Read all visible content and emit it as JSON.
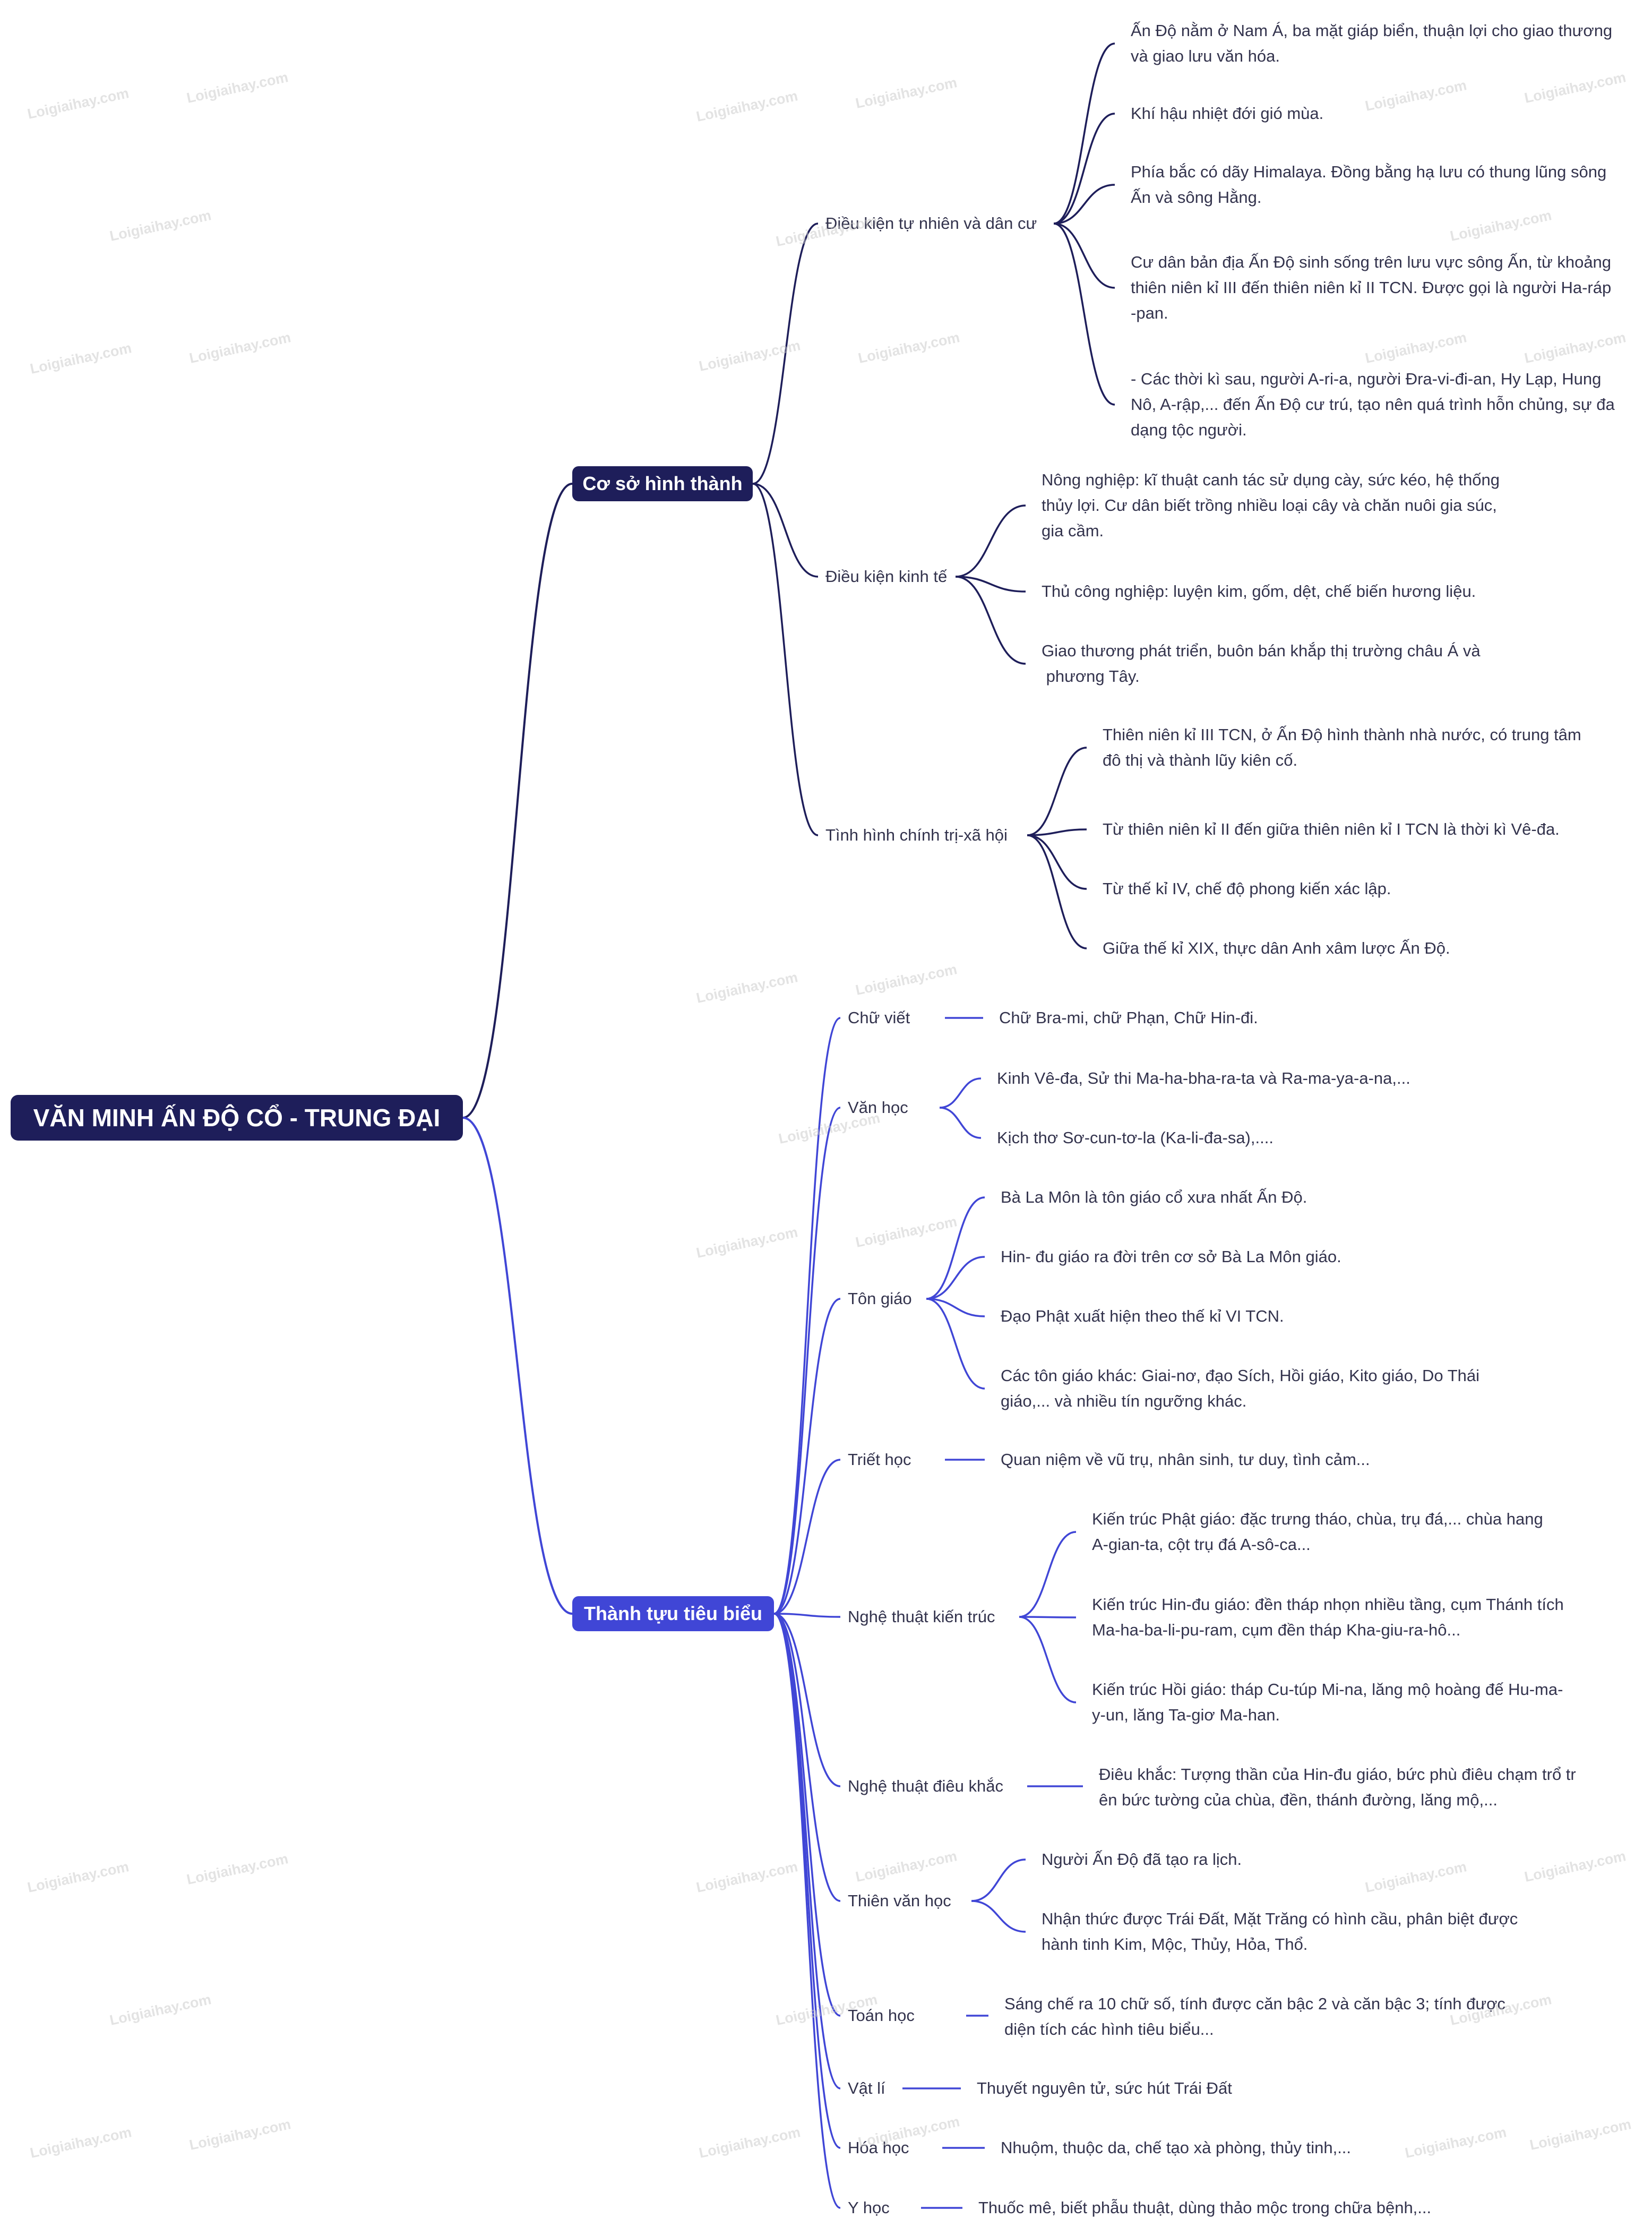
{
  "root": "VĂN MINH ẤN ĐỘ CỔ - TRUNG ĐẠI",
  "watermark": "Loigiaihay.com",
  "branches": [
    {
      "label": "Cơ sở hình thành",
      "color": "#1e1e5a",
      "topics": [
        {
          "label": "Điều kiện tự nhiên và dân cư",
          "leaves": [
            [
              "Ấn Độ nằm ở Nam Á, ba mặt giáp biển, thuận lợi cho giao thương",
              "và giao lưu văn hóa."
            ],
            [
              "Khí hậu nhiệt đới gió mùa."
            ],
            [
              "Phía bắc có dãy Himalaya. Đồng bằng hạ lưu có thung lũng sông",
              "Ấn và sông Hằng."
            ],
            [
              "Cư dân bản địa Ấn Độ sinh sống trên lưu vực sông Ấn, từ khoảng",
              "thiên niên kỉ III đến thiên niên kỉ II TCN. Được gọi là người Ha-ráp",
              "-pan."
            ],
            [
              "- Các thời kì sau, người A-ri-a, người Đra-vi-đi-an, Hy Lạp, Hung",
              "Nô, A-rập,... đến Ấn Độ cư trú, tạo nên quá trình hỗn chủng, sự đa",
              "dạng tộc người."
            ]
          ]
        },
        {
          "label": "Điều kiện kinh tế",
          "leaves": [
            [
              "Nông nghiệp: kĩ thuật canh tác sử dụng cày, sức kéo, hệ thống",
              "thủy lợi. Cư dân biết trồng nhiều loại cây và chăn nuôi gia súc,",
              "gia cầm."
            ],
            [
              "Thủ công nghiệp: luyện kim, gốm, dệt, chế biến hương liệu."
            ],
            [
              "Giao thương phát triển, buôn bán khắp thị trường châu Á và",
              " phương Tây."
            ]
          ]
        },
        {
          "label": "Tình hình chính trị-xã hội",
          "leaves": [
            [
              "Thiên niên kỉ III TCN, ở Ấn Độ hình thành nhà nước, có trung tâm",
              "đô thị và thành lũy kiên cố."
            ],
            [
              "Từ thiên niên kỉ II đến giữa thiên niên kỉ I TCN là thời kì Vê-đa."
            ],
            [
              "Từ thế kỉ IV, chế độ phong kiến xác lập."
            ],
            [
              "Giữa thế kỉ XIX, thực dân Anh xâm lược Ấn Độ."
            ]
          ]
        }
      ]
    },
    {
      "label": "Thành tựu tiêu biểu",
      "color": "#4046d6",
      "topics": [
        {
          "label": "Chữ viết",
          "leaves": [
            [
              "Chữ Bra-mi, chữ Phạn, Chữ Hin-đi."
            ]
          ]
        },
        {
          "label": "Văn học",
          "leaves": [
            [
              "Kinh Vê-đa, Sử thi Ma-ha-bha-ra-ta và Ra-ma-ya-a-na,..."
            ],
            [
              "Kịch thơ Sơ-cun-tơ-la (Ka-li-đa-sa),...."
            ]
          ]
        },
        {
          "label": "Tôn giáo",
          "leaves": [
            [
              "Bà La Môn là tôn giáo cổ xưa nhất Ấn Độ."
            ],
            [
              "Hin- đu giáo ra đời trên cơ sở Bà La Môn giáo."
            ],
            [
              "Đạo Phật xuất hiện theo thế kỉ VI TCN."
            ],
            [
              "Các tôn giáo khác: Giai-nơ, đạo Sích, Hồi giáo, Kito giáo, Do Thái",
              "giáo,... và nhiều tín ngưỡng khác."
            ]
          ]
        },
        {
          "label": "Triết học",
          "leaves": [
            [
              "Quan niệm về vũ trụ, nhân sinh, tư duy, tình cảm..."
            ]
          ]
        },
        {
          "label": "Nghệ thuật kiến trúc",
          "leaves": [
            [
              "Kiến trúc Phật giáo: đặc trưng tháo, chùa, trụ đá,... chùa hang",
              "A-gian-ta, cột trụ đá A-sô-ca..."
            ],
            [
              "Kiến trúc Hin-đu giáo: đền tháp nhọn nhiều tầng, cụm Thánh tích",
              "Ma-ha-ba-li-pu-ram, cụm đền tháp Kha-giu-ra-hô..."
            ],
            [
              "Kiến trúc Hồi giáo: tháp Cu-túp Mi-na, lăng mộ hoàng đế Hu-ma-",
              "y-un, lăng Ta-giơ Ma-han."
            ]
          ]
        },
        {
          "label": "Nghệ thuật điêu khắc",
          "leaves": [
            [
              "Điêu khắc: Tượng thần của Hin-đu giáo, bức phù điêu chạm trổ tr",
              "ên bức tường của chùa, đền, thánh đường, lăng mộ,..."
            ]
          ]
        },
        {
          "label": "Thiên văn học",
          "leaves": [
            [
              "Người Ấn Độ đã tạo ra lịch."
            ],
            [
              "Nhận thức được Trái Đất, Mặt Trăng có hình cầu, phân biệt được",
              "hành tinh Kim, Mộc, Thủy, Hỏa, Thổ."
            ]
          ]
        },
        {
          "label": "Toán học",
          "leaves": [
            [
              "Sáng chế ra 10 chữ số, tính được căn bậc 2 và căn bậc 3; tính được",
              "diện tích các hình tiêu biểu..."
            ]
          ]
        },
        {
          "label": "Vật lí",
          "leaves": [
            [
              "Thuyết nguyên tử, sức hút Trái Đất"
            ]
          ]
        },
        {
          "label": "Hóa học",
          "leaves": [
            [
              "Nhuộm, thuộc da, chế tạo xà phòng, thủy tinh,..."
            ]
          ]
        },
        {
          "label": "Y học",
          "leaves": [
            [
              "Thuốc mê, biết phẫu thuật, dùng thảo mộc trong chữa bệnh,..."
            ]
          ]
        }
      ]
    }
  ]
}
